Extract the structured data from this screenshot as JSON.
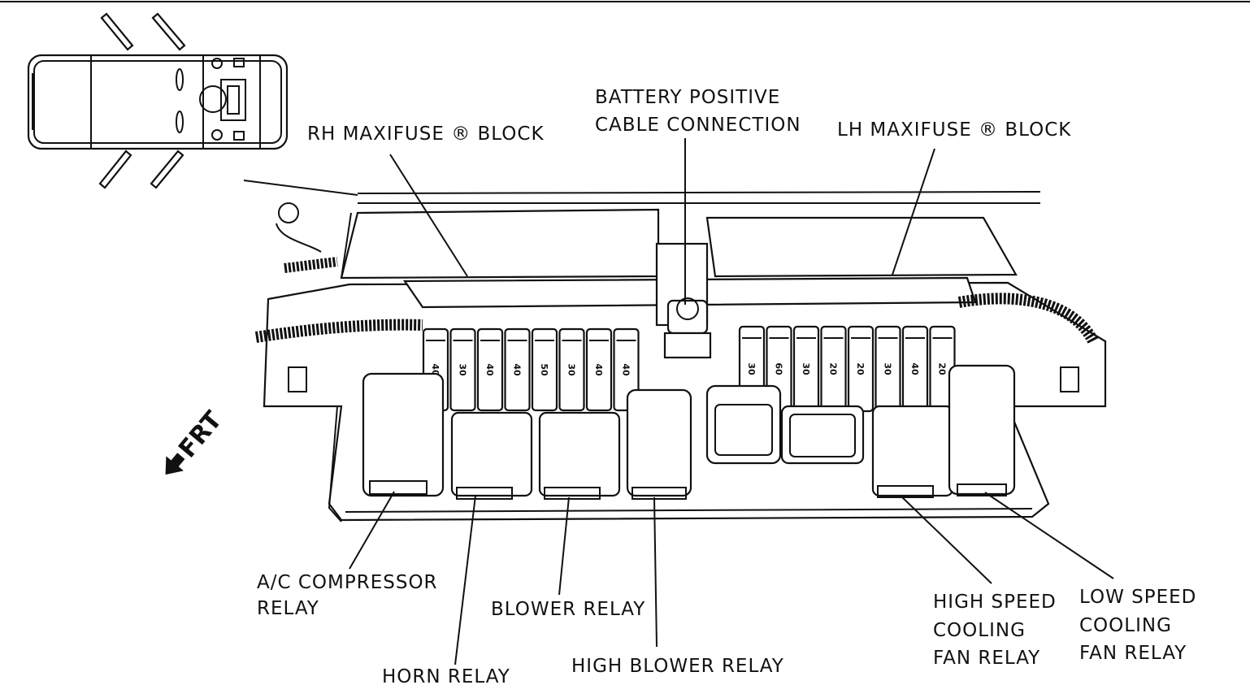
{
  "labels": {
    "rh_block": "RH MAXIFUSE ® BLOCK",
    "battery_line1": "BATTERY POSITIVE",
    "battery_line2": "CABLE CONNECTION",
    "lh_block": "LH MAXIFUSE ® BLOCK",
    "ac_line1": "A/C COMPRESSOR",
    "ac_line2": "RELAY",
    "horn": "HORN RELAY",
    "blower": "BLOWER RELAY",
    "high_blower": "HIGH BLOWER RELAY",
    "hs_line1": "HIGH SPEED",
    "hs_line2": "COOLING",
    "hs_line3": "FAN RELAY",
    "ls_line1": "LOW SPEED",
    "ls_line2": "COOLING",
    "ls_line3": "FAN RELAY",
    "front": "FRT"
  },
  "rh_fuses": [
    "40",
    "30",
    "40",
    "40",
    "50",
    "30",
    "40",
    "40"
  ],
  "lh_fuses": [
    "30",
    "60",
    "30",
    "20",
    "20",
    "30",
    "40",
    "20"
  ]
}
